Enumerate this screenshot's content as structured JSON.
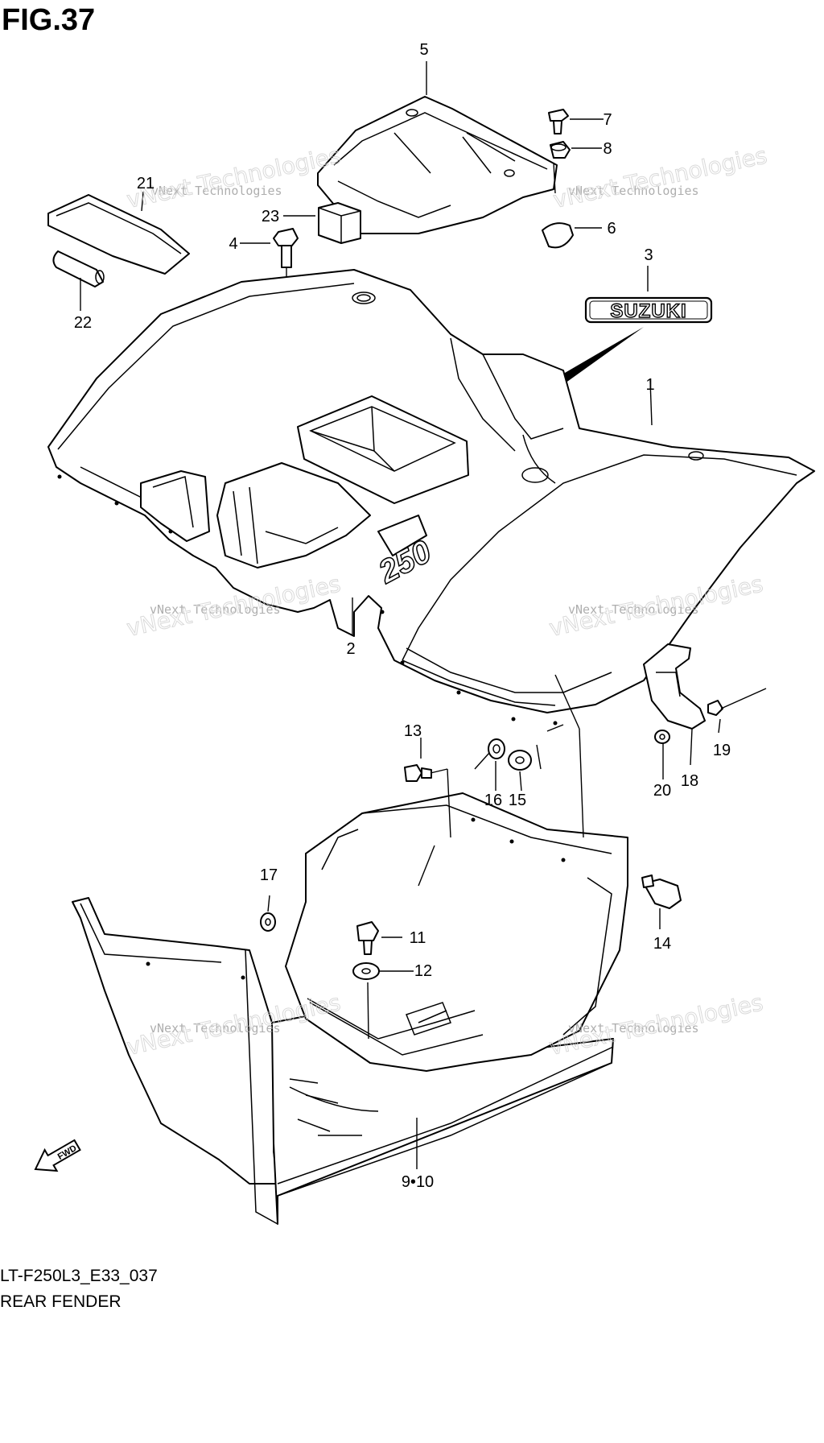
{
  "figure": {
    "title": "FIG.37",
    "model_code": "LT-F250L3_E33_037",
    "name": "REAR FENDER"
  },
  "emblem_text": "SUZUKI",
  "fender_mark": "250",
  "fwd_label": "FWD",
  "watermark": {
    "line1": "vNext Technologies",
    "line2": "vNext Technologies"
  },
  "callouts": {
    "c1": "1",
    "c2": "2",
    "c3": "3",
    "c4": "4",
    "c5": "5",
    "c6": "6",
    "c7": "7",
    "c8": "8",
    "c910": "9•10",
    "c11": "11",
    "c12": "12",
    "c13": "13",
    "c14": "14",
    "c15": "15",
    "c16": "16",
    "c17": "17",
    "c18": "18",
    "c19": "19",
    "c20": "20",
    "c21": "21",
    "c22": "22",
    "c23": "23"
  }
}
